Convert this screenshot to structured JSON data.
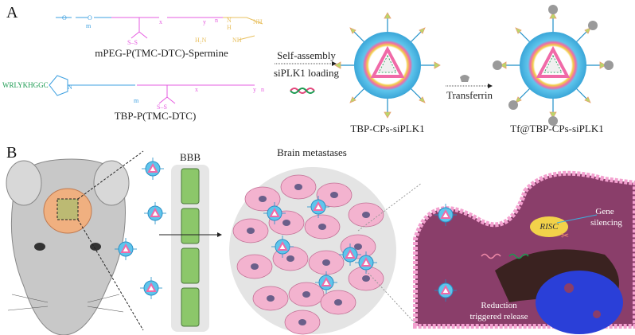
{
  "panels": {
    "a": "A",
    "b": "B"
  },
  "panel_a": {
    "polymer1_name": "mPEG-P(TMC-DTC)-Spermine",
    "polymer2_name": "TBP-P(TMC-DTC)",
    "peptide": "WRLYKHGGC",
    "step1_top": "Self-assembly",
    "step1_bottom": "siPLK1 loading",
    "np1_name": "TBP-CPs-siPLK1",
    "step2": "Transferrin",
    "np2_name": "Tf@TBP-CPs-siPLK1",
    "subscripts": {
      "m": "m",
      "x": "x",
      "y": "y",
      "n": "n"
    },
    "atoms": {
      "o": "O",
      "n": "N",
      "nh": "NH",
      "h": "H",
      "h2n": "H₂N",
      "ss": "S–S"
    }
  },
  "panel_b": {
    "bbb": "BBB",
    "brain_metastases": "Brain metastases",
    "risc": "RISC",
    "gene_silencing_1": "Gene",
    "gene_silencing_2": "silencing",
    "release_1": "Reduction",
    "release_2": "triggered release"
  },
  "colors": {
    "peg": "#3ea0e0",
    "tmc": "#e65ce0",
    "spermine": "#e8c060",
    "peptide": "#1a9a50",
    "cell": "#f3b3cf",
    "cytoplasm": "#8a3e6a",
    "nucleus": "#2a3fd8",
    "bbb": "#8cc76a"
  }
}
